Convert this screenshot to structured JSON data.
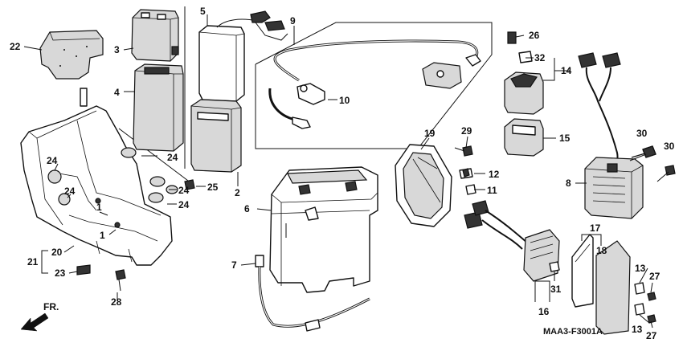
{
  "labels": {
    "l22": "22",
    "l3": "3",
    "l4": "4",
    "l5": "5",
    "l9": "9",
    "l26": "26",
    "l32": "32",
    "l14": "14",
    "l10": "10",
    "l19": "19",
    "l29": "29",
    "l30a": "30",
    "l30b": "30",
    "l15": "15",
    "l8": "8",
    "l12": "12",
    "l11": "11",
    "l2": "2",
    "l25": "25",
    "l24a": "24",
    "l24b": "24",
    "l24c": "24",
    "l24d": "24",
    "l24e": "24",
    "l6": "6",
    "l1a": "1",
    "l1b": "1",
    "l17": "17",
    "l18": "18",
    "l21": "21",
    "l20": "20",
    "l7": "7",
    "l23": "23",
    "l28": "28",
    "l31": "31",
    "l13a": "13",
    "l13b": "13",
    "l27a": "27",
    "l27b": "27",
    "l16": "16"
  },
  "direction_label": "FR.",
  "diagram_code": "MAA3-F3001A"
}
